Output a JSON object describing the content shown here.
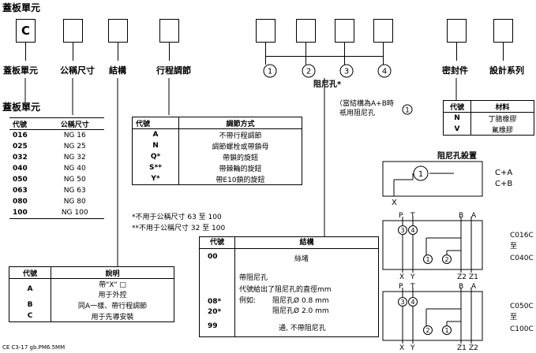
{
  "header": {
    "title": "蓋板單元"
  },
  "code_boxes": {
    "first_value": "C"
  },
  "labels": {
    "cover_unit": "蓋板單元",
    "nominal_size": "公稱尺寸",
    "structure": "結構",
    "stroke_adjust": "行程調節",
    "seal": "密封件",
    "design_series": "設計系列"
  },
  "orifice_numbers": [
    "1",
    "2",
    "3",
    "4"
  ],
  "orifice_note": {
    "title": "阻尼孔*",
    "line1": "（當結構為A+B時",
    "line2": "祇用阻尼孔",
    "circle": "1"
  },
  "size_table": {
    "section_title": "蓋板單元",
    "headers": [
      "代號",
      "公稱尺寸"
    ],
    "rows": [
      [
        "016",
        "NG 16"
      ],
      [
        "025",
        "NG 25"
      ],
      [
        "032",
        "NG 32"
      ],
      [
        "040",
        "NG 40"
      ],
      [
        "050",
        "NG 50"
      ],
      [
        "063",
        "NG 63"
      ],
      [
        "080",
        "NG 80"
      ],
      [
        "100",
        "NG 100"
      ]
    ]
  },
  "adjust_table": {
    "headers": [
      "代號",
      "調節方式"
    ],
    "rows": [
      [
        "A",
        "不帶行程調節"
      ],
      [
        "N",
        "調節螺栓或帶鎖母"
      ],
      [
        "Q*",
        "帶鎖的旋鈕"
      ],
      [
        "S**",
        "帶棘輪的旋鈕"
      ],
      [
        "Y*",
        "帶E10鎖的旋鈕"
      ]
    ],
    "note1": "*不用于公稱尺寸 63 至 100",
    "note2": "**不用于公稱尺寸 32 至 100"
  },
  "seal_table": {
    "headers": [
      "代號",
      "材料"
    ],
    "rows": [
      [
        "N",
        "丁腈橡膠"
      ],
      [
        "V",
        "氟橡膠"
      ]
    ]
  },
  "desc_table": {
    "headers": [
      "代號",
      "說明"
    ],
    "rows": [
      {
        "code": "A",
        "lines": [
          "帶\"X\" □",
          "用于外控"
        ]
      },
      {
        "code": "B",
        "lines": [
          "同A一樣、帶行程調節"
        ]
      },
      {
        "code": "C",
        "lines": [
          "用于先導安裝"
        ]
      }
    ]
  },
  "structure_table": {
    "headers": [
      "代號",
      "結構"
    ],
    "row00": {
      "code": "00",
      "text": "絲堵"
    },
    "row08": {
      "code1": "08*",
      "code2": "20*",
      "line1": "帶阻尼孔",
      "line2": "代號給出了阻尼孔的直徑mm",
      "line3": "例如:",
      "ex1": "阻尼孔Ø 0.8 mm",
      "ex2": "阻尼孔Ø 2.0 mm"
    },
    "row99": {
      "code": "99",
      "text": "通, 不帶阻尼孔"
    }
  },
  "schematics": {
    "title": "阻尼孔設置",
    "s1": {
      "label_a": "C+A",
      "label_b": "C+B",
      "port": "X",
      "circle": "1"
    },
    "s2": {
      "label1": "C016C",
      "label2": "至",
      "label3": "C040C",
      "top_ports": [
        "P",
        "T",
        "B",
        "A"
      ],
      "bottom_ports": [
        "X",
        "Y",
        "Z2",
        "Z1"
      ],
      "circles": [
        "3",
        "4",
        "1",
        "2"
      ]
    },
    "s3": {
      "label1": "C050C",
      "label2": "至",
      "label3": "C100C",
      "top_ports": [
        "P",
        "T",
        "B",
        "A"
      ],
      "bottom_ports": [
        "X",
        "Y",
        "Z1",
        "Z2"
      ],
      "circles": [
        "3",
        "4",
        "2",
        "1"
      ]
    }
  },
  "footer": "CE  C3-17  gb.PM6.5MM"
}
